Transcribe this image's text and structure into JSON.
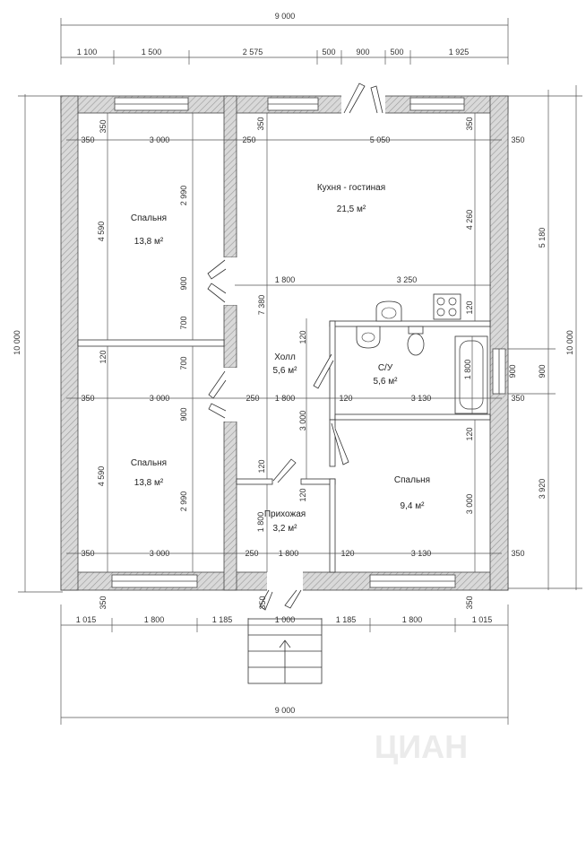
{
  "overall": {
    "top_total": "9 000",
    "bottom_total": "9 000",
    "left_total": "10 000",
    "right_total": "10 000"
  },
  "top_dims": [
    "1 100",
    "1 500",
    "2 575",
    "500",
    "900",
    "500",
    "1 925"
  ],
  "bottom_dims": [
    "1 015",
    "1 800",
    "1 185",
    "1 000",
    "1 185",
    "1 800",
    "1 015"
  ],
  "right_dims": [
    "5 180",
    "900",
    "3 920"
  ],
  "rooms": {
    "bedroom_nw": {
      "name": "Спальня",
      "area": "13,8 м²"
    },
    "kitchen": {
      "name": "Кухня - гостиная",
      "area": "21,5 м²"
    },
    "hall": {
      "name": "Холл",
      "area": "5,6 м²"
    },
    "wc": {
      "name": "С/У",
      "area": "5,6 м²"
    },
    "bedroom_sw": {
      "name": "Спальня",
      "area": "13,8 м²"
    },
    "entry": {
      "name": "Прихожая",
      "area": "3,2 м²"
    },
    "bedroom_se": {
      "name": "Спальня",
      "area": "9,4 м²"
    }
  },
  "inner_dims": {
    "nw_350_top": "350",
    "nw_350_left": "350",
    "nw_3000": "3 000",
    "nw_2990": "2 990",
    "nw_4590": "4 590",
    "nw_900": "900",
    "nw_700": "700",
    "k_350_top": "350",
    "k_250": "250",
    "k_5050": "5 050",
    "k_350_right_v": "350",
    "k_350_right": "350",
    "k_4260": "4 260",
    "k_7380": "7 380",
    "k_1800": "1 800",
    "k_3250": "3 250",
    "k_120": "120",
    "hall_120": "120",
    "sw_120": "120",
    "sw_700": "700",
    "sw_350": "350",
    "sw_3000": "3 000",
    "sw_900": "900",
    "sw_4590": "4 590",
    "sw_2990": "2 990",
    "sw_350_b": "350",
    "sw_3000_b": "3 000",
    "h_250": "250",
    "h_1800": "1 800",
    "h_3000": "3 000",
    "h_120": "120",
    "wc_120": "120",
    "wc_3130": "3 130",
    "wc_1800": "1 800",
    "wc_350": "350",
    "wc_900": "900",
    "e_120": "120",
    "e_1800v": "1 800",
    "e_250": "250",
    "e_1800": "1 800",
    "e_120_top": "120",
    "se_120": "120",
    "se_3000": "3 000",
    "se_120_b": "120",
    "se_3130": "3 130",
    "se_350": "350",
    "b_350_left": "350",
    "b_350_right": "350",
    "b_350_entry": "350"
  },
  "watermark": "ЦИАН"
}
